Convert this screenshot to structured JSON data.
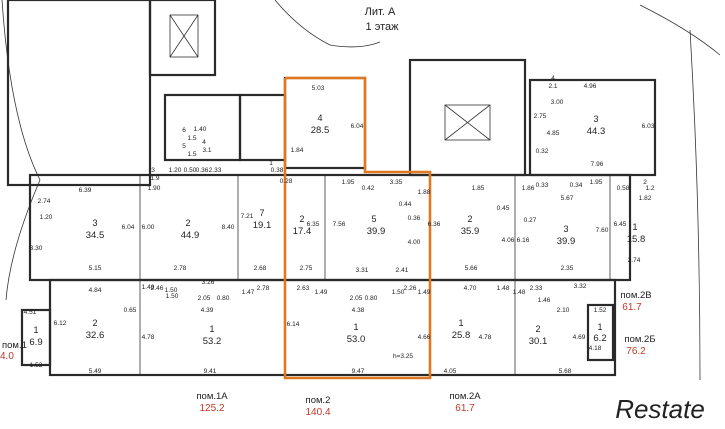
{
  "header": {
    "title": "Лит. А",
    "subtitle": "1 этаж"
  },
  "accent_color": "#e07820",
  "rooms": [
    {
      "num": "4",
      "area": "28.5",
      "dims": [
        "5.03",
        "6.04"
      ]
    },
    {
      "num": "3",
      "area": "34.5",
      "dims": [
        "6.39",
        "2.74",
        "1.20",
        "3.30",
        "6.04",
        "5.15"
      ]
    },
    {
      "num": "2",
      "area": "44.9",
      "dims": [
        "6.00",
        "8.40",
        "2.78",
        "3.26"
      ]
    },
    {
      "num": "7",
      "area": "19.1",
      "dims": [
        "7.21",
        "2.68"
      ]
    },
    {
      "num": "2",
      "area": "17.4",
      "dims": [
        "6.35",
        "2.75"
      ]
    },
    {
      "num": "5",
      "area": "39.9",
      "dims": [
        "1.95",
        "0.42",
        "3.35",
        "1.88",
        "7.56",
        "0.44",
        "0.36",
        "4.00",
        "3.31",
        "2.41",
        "6.36"
      ]
    },
    {
      "num": "2",
      "area": "35.9",
      "dims": [
        "1.85",
        "0.45",
        "4.06",
        "5.66"
      ]
    },
    {
      "num": "3",
      "area": "39.9",
      "dims": [
        "1.86",
        "0.27",
        "6.16",
        "5.67",
        "7.60",
        "2.35"
      ]
    },
    {
      "num": "1",
      "area": "15.8",
      "dims": [
        "1.82",
        "6.45",
        "2.74"
      ]
    },
    {
      "num": "3",
      "area": "44.3",
      "dims": [
        "4.96",
        "3.00",
        "2.75",
        "4.85",
        "6.03",
        "7.96",
        "0.32"
      ]
    },
    {
      "num": "2",
      "area": "32.6",
      "dims": [
        "4.84",
        "6.12",
        "0.65",
        "5.49"
      ]
    },
    {
      "num": "1",
      "area": "53.2",
      "dims": [
        "1.48",
        "2.46",
        "1.50",
        "2.05",
        "0.80",
        "4.39",
        "1.47",
        "2.78",
        "4.78",
        "9.41"
      ]
    },
    {
      "num": "1",
      "area": "53.0",
      "dims": [
        "2.63",
        "1.49",
        "2.05",
        "0.80",
        "4.38",
        "1.50",
        "2.26",
        "1.49",
        "6.14",
        "4.66",
        "9.47"
      ],
      "note": "h=3.25"
    },
    {
      "num": "1",
      "area": "25.8",
      "dims": [
        "4.70",
        "1.48",
        "4.78",
        "4.05"
      ]
    },
    {
      "num": "2",
      "area": "30.1",
      "dims": [
        "2.33",
        "1.48",
        "3.32",
        "2.10",
        "4.69",
        "5.68"
      ]
    },
    {
      "num": "1",
      "area": "6.9",
      "dims": [
        "4.51",
        "1.52"
      ]
    },
    {
      "num": "1",
      "area": "6.2",
      "dims": [
        "1.52",
        "4.18"
      ]
    }
  ],
  "small_rooms": [
    {
      "num": "6",
      "area": "1.5"
    },
    {
      "num": "5",
      "area": "1.5"
    },
    {
      "num": "4",
      "area": "3.1"
    },
    {
      "num": "3",
      "area": "1.9"
    },
    {
      "num": "4",
      "area": "2.1"
    },
    {
      "num": "2",
      "area": "1.2"
    },
    {
      "num": "1",
      "area": "1.84"
    }
  ],
  "extra_dims": [
    "1.40",
    "2.33",
    "1.90",
    "1.20",
    "0.50",
    "0.36",
    "0.38",
    "0.28",
    "1.50",
    "1.46",
    "0.58",
    "1.95",
    "0.34",
    "0.33"
  ],
  "premises": [
    {
      "label": "пом.1",
      "value": "4.0"
    },
    {
      "label": "пом.1А",
      "value": "125.2"
    },
    {
      "label": "пом.2",
      "value": "140.4"
    },
    {
      "label": "пом.2А",
      "value": "61.7"
    },
    {
      "label": "пом.2В",
      "value": "61.7"
    },
    {
      "label": "пом.2Б",
      "value": "76.2"
    }
  ],
  "watermark": "Restate"
}
